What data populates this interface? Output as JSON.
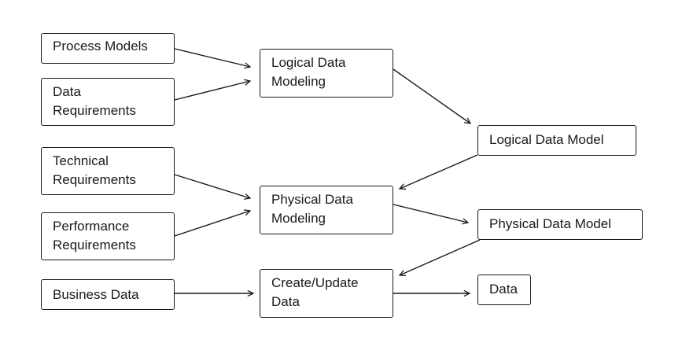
{
  "nodes": {
    "process_models": "Process Models",
    "data_requirements": "Data\nRequirements",
    "technical_requirements": "Technical\nRequirements",
    "performance_requirements": "Performance\nRequirements",
    "business_data": "Business Data",
    "logical_data_modeling": "Logical Data\nModeling",
    "physical_data_modeling": "Physical Data\nModeling",
    "create_update_data": "Create/Update\nData",
    "logical_data_model": "Logical Data Model",
    "physical_data_model": "Physical Data Model",
    "data": "Data"
  },
  "edges": [
    [
      "process_models",
      "logical_data_modeling"
    ],
    [
      "data_requirements",
      "logical_data_modeling"
    ],
    [
      "logical_data_modeling",
      "logical_data_model"
    ],
    [
      "logical_data_model",
      "physical_data_modeling"
    ],
    [
      "technical_requirements",
      "physical_data_modeling"
    ],
    [
      "performance_requirements",
      "physical_data_modeling"
    ],
    [
      "physical_data_modeling",
      "physical_data_model"
    ],
    [
      "physical_data_model",
      "create_update_data"
    ],
    [
      "business_data",
      "create_update_data"
    ],
    [
      "create_update_data",
      "data"
    ]
  ]
}
